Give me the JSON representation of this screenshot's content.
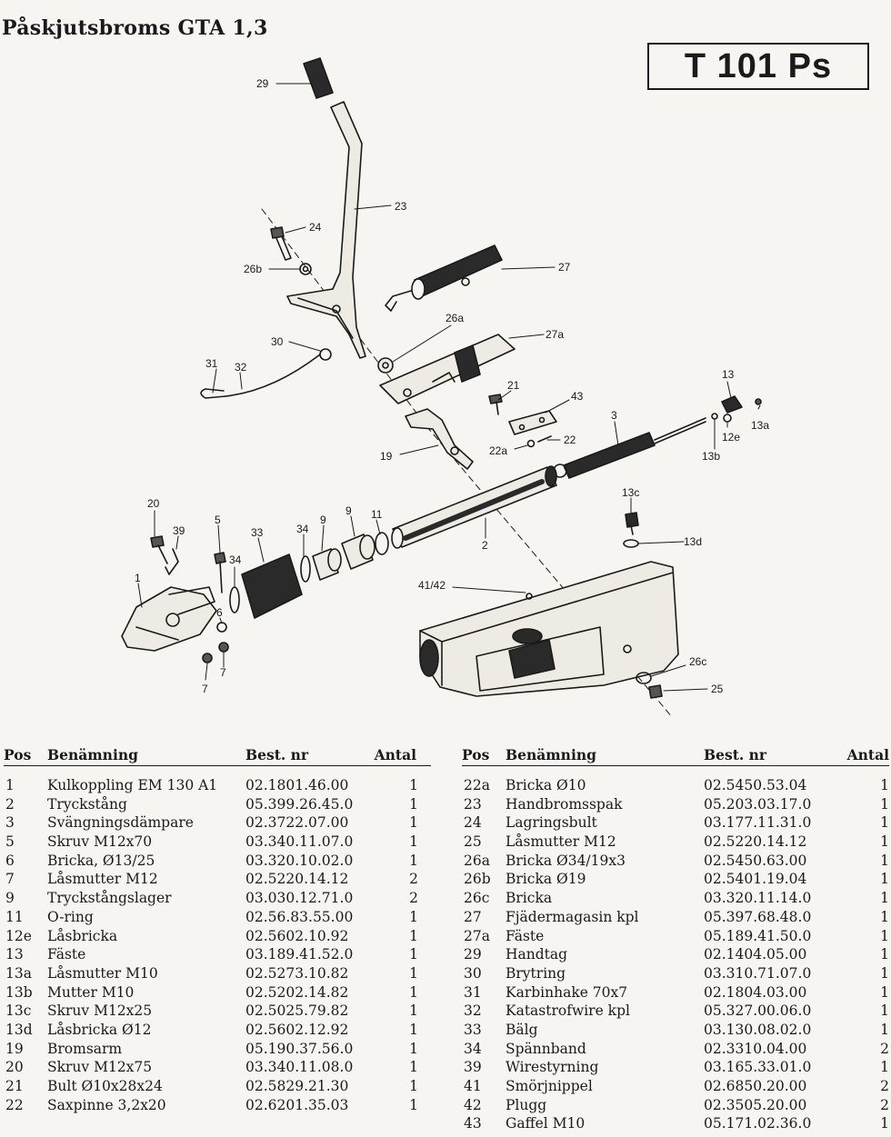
{
  "header": {
    "title": "Påskjutsbroms GTA 1,3",
    "code": "T 101 Ps"
  },
  "diagram": {
    "callouts": [
      "29",
      "23",
      "24",
      "26b",
      "27",
      "26a",
      "27a",
      "30",
      "31",
      "32",
      "21",
      "43",
      "13",
      "3",
      "13a",
      "12e",
      "13b",
      "22a",
      "22",
      "19",
      "13c",
      "13d",
      "2",
      "20",
      "39",
      "5",
      "33",
      "34",
      "9",
      "9",
      "11",
      "34",
      "1",
      "6",
      "7",
      "7",
      "41/42",
      "26c",
      "25"
    ]
  },
  "table": {
    "headers": {
      "pos": "Pos",
      "name": "Benämning",
      "nr": "Best. nr",
      "qty": "Antal"
    },
    "left": [
      {
        "pos": "1",
        "name": "Kulkoppling EM 130 A1",
        "nr": "02.1801.46.00",
        "qty": "1"
      },
      {
        "pos": "2",
        "name": "Tryckstång",
        "nr": "05.399.26.45.0",
        "qty": "1"
      },
      {
        "pos": "3",
        "name": "Svängningsdämpare",
        "nr": "02.3722.07.00",
        "qty": "1"
      },
      {
        "pos": "5",
        "name": "Skruv M12x70",
        "nr": "03.340.11.07.0",
        "qty": "1"
      },
      {
        "pos": "6",
        "name": "Bricka, Ø13/25",
        "nr": "03.320.10.02.0",
        "qty": "1"
      },
      {
        "pos": "7",
        "name": "Låsmutter M12",
        "nr": "02.5220.14.12",
        "qty": "2"
      },
      {
        "pos": "9",
        "name": "Tryckstångslager",
        "nr": "03.030.12.71.0",
        "qty": "2"
      },
      {
        "pos": "11",
        "name": "O-ring",
        "nr": "02.56.83.55.00",
        "qty": "1"
      },
      {
        "pos": "12e",
        "name": "Låsbricka",
        "nr": "02.5602.10.92",
        "qty": "1"
      },
      {
        "pos": "13",
        "name": "Fäste",
        "nr": "03.189.41.52.0",
        "qty": "1"
      },
      {
        "pos": "13a",
        "name": "Låsmutter M10",
        "nr": "02.5273.10.82",
        "qty": "1"
      },
      {
        "pos": "13b",
        "name": "Mutter M10",
        "nr": "02.5202.14.82",
        "qty": "1"
      },
      {
        "pos": "13c",
        "name": "Skruv M12x25",
        "nr": "02.5025.79.82",
        "qty": "1"
      },
      {
        "pos": "13d",
        "name": "Låsbricka Ø12",
        "nr": "02.5602.12.92",
        "qty": "1"
      },
      {
        "pos": "19",
        "name": "Bromsarm",
        "nr": "05.190.37.56.0",
        "qty": "1"
      },
      {
        "pos": "20",
        "name": "Skruv M12x75",
        "nr": "03.340.11.08.0",
        "qty": "1"
      },
      {
        "pos": "21",
        "name": "Bult Ø10x28x24",
        "nr": "02.5829.21.30",
        "qty": "1"
      },
      {
        "pos": "22",
        "name": "Saxpinne 3,2x20",
        "nr": "02.6201.35.03",
        "qty": "1"
      }
    ],
    "right": [
      {
        "pos": "22a",
        "name": "Bricka Ø10",
        "nr": "02.5450.53.04",
        "qty": "1"
      },
      {
        "pos": "23",
        "name": "Handbromsspak",
        "nr": "05.203.03.17.0",
        "qty": "1"
      },
      {
        "pos": "24",
        "name": "Lagringsbult",
        "nr": "03.177.11.31.0",
        "qty": "1"
      },
      {
        "pos": "25",
        "name": "Låsmutter M12",
        "nr": "02.5220.14.12",
        "qty": "1"
      },
      {
        "pos": "26a",
        "name": "Bricka Ø34/19x3",
        "nr": "02.5450.63.00",
        "qty": "1"
      },
      {
        "pos": "26b",
        "name": "Bricka Ø19",
        "nr": "02.5401.19.04",
        "qty": "1"
      },
      {
        "pos": "26c",
        "name": "Bricka",
        "nr": "03.320.11.14.0",
        "qty": "1"
      },
      {
        "pos": "27",
        "name": "Fjädermagasin kpl",
        "nr": "05.397.68.48.0",
        "qty": "1"
      },
      {
        "pos": "27a",
        "name": "Fäste",
        "nr": "05.189.41.50.0",
        "qty": "1"
      },
      {
        "pos": "29",
        "name": "Handtag",
        "nr": "02.1404.05.00",
        "qty": "1"
      },
      {
        "pos": "30",
        "name": "Brytring",
        "nr": "03.310.71.07.0",
        "qty": "1"
      },
      {
        "pos": "31",
        "name": "Karbinhake 70x7",
        "nr": "02.1804.03.00",
        "qty": "1"
      },
      {
        "pos": "32",
        "name": "Katastrofwire kpl",
        "nr": "05.327.00.06.0",
        "qty": "1"
      },
      {
        "pos": "33",
        "name": "Bälg",
        "nr": "03.130.08.02.0",
        "qty": "1"
      },
      {
        "pos": "34",
        "name": "Spännband",
        "nr": "02.3310.04.00",
        "qty": "2"
      },
      {
        "pos": "39",
        "name": "Wirestyrning",
        "nr": "03.165.33.01.0",
        "qty": "1"
      },
      {
        "pos": "41",
        "name": "Smörjnippel",
        "nr": "02.6850.20.00",
        "qty": "2"
      },
      {
        "pos": "42",
        "name": "Plugg",
        "nr": "02.3505.20.00",
        "qty": "2"
      },
      {
        "pos": "43",
        "name": "Gaffel M10",
        "nr": "05.171.02.36.0",
        "qty": "1"
      }
    ]
  }
}
